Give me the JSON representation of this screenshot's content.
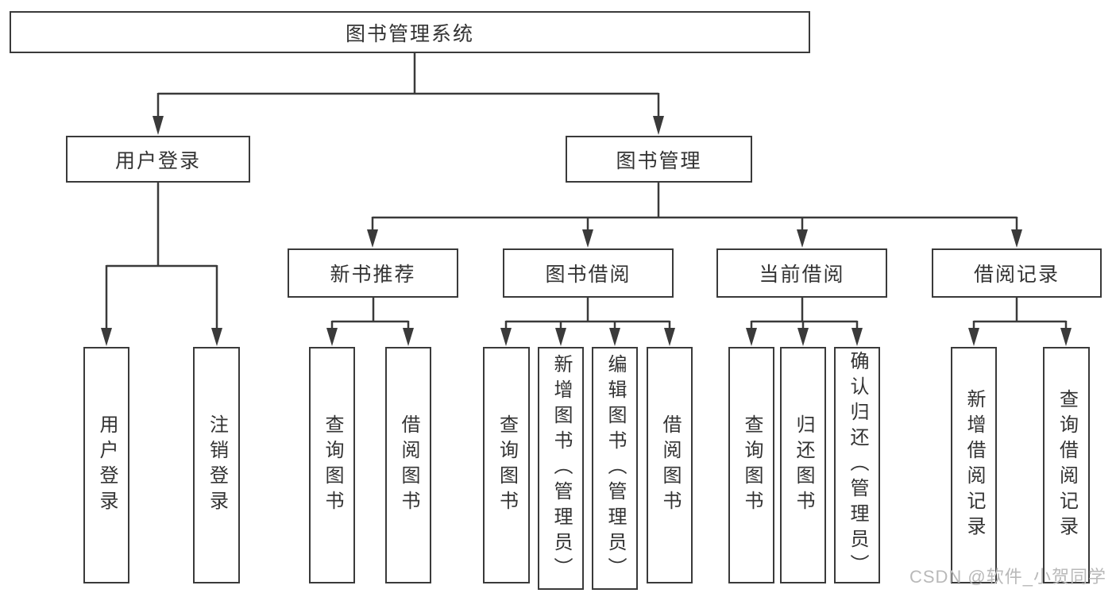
{
  "tree": {
    "root": {
      "label": "图书管理系统"
    },
    "branches": [
      {
        "label": "用户登录",
        "children": [
          {
            "label": "用户登录"
          },
          {
            "label": "注销登录"
          }
        ]
      },
      {
        "label": "图书管理",
        "children": [
          {
            "label": "新书推荐",
            "children": [
              {
                "label": "查询图书"
              },
              {
                "label": "借阅图书"
              }
            ]
          },
          {
            "label": "图书借阅",
            "children": [
              {
                "label": "查询图书"
              },
              {
                "label": "新增图书（管理员）"
              },
              {
                "label": "编辑图书（管理员）"
              },
              {
                "label": "借阅图书"
              }
            ]
          },
          {
            "label": "当前借阅",
            "children": [
              {
                "label": "查询图书"
              },
              {
                "label": "归还图书"
              },
              {
                "label": "确认归还（管理员）"
              }
            ]
          },
          {
            "label": "借阅记录",
            "children": [
              {
                "label": "新增借阅记录"
              },
              {
                "label": "查询借阅记录"
              }
            ]
          }
        ]
      }
    ]
  },
  "watermark": {
    "text": "CSDN @软件_小贺同学"
  },
  "colors": {
    "line": "#3a3a3a",
    "box_border": "#3a3a3a",
    "text": "#333333",
    "watermark": "#b9b9b9",
    "background": "#ffffff"
  }
}
